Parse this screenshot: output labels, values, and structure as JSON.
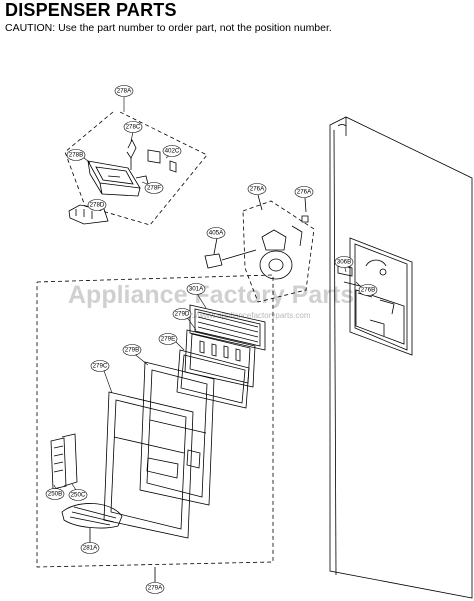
{
  "header": {
    "title": "DISPENSER PARTS",
    "caution": "CAUTION: Use the part number to order part, not the position number."
  },
  "watermark": {
    "main": "Appliance Factory Parts",
    "url": "http://www.appliancefactoryparts.com"
  },
  "callouts": [
    {
      "id": "278A",
      "text": "278A"
    },
    {
      "id": "278C",
      "text": "278C"
    },
    {
      "id": "402C",
      "text": "402C"
    },
    {
      "id": "278B",
      "text": "278B"
    },
    {
      "id": "278F",
      "text": "278F"
    },
    {
      "id": "278D",
      "text": "278D"
    },
    {
      "id": "276A-1",
      "text": "276A"
    },
    {
      "id": "276A-2",
      "text": "276A"
    },
    {
      "id": "405A",
      "text": "405A"
    },
    {
      "id": "306B",
      "text": "306B"
    },
    {
      "id": "276B",
      "text": "276B"
    },
    {
      "id": "301A",
      "text": "301A"
    },
    {
      "id": "279D",
      "text": "279D"
    },
    {
      "id": "279E",
      "text": "279E"
    },
    {
      "id": "279B",
      "text": "279B"
    },
    {
      "id": "279C",
      "text": "279C"
    },
    {
      "id": "250B",
      "text": "250B"
    },
    {
      "id": "250C",
      "text": "250C"
    },
    {
      "id": "281A",
      "text": "281A"
    },
    {
      "id": "279A",
      "text": "279A"
    }
  ],
  "colors": {
    "ink": "#000000",
    "watermark": "#c8c8c8",
    "background": "#ffffff"
  }
}
